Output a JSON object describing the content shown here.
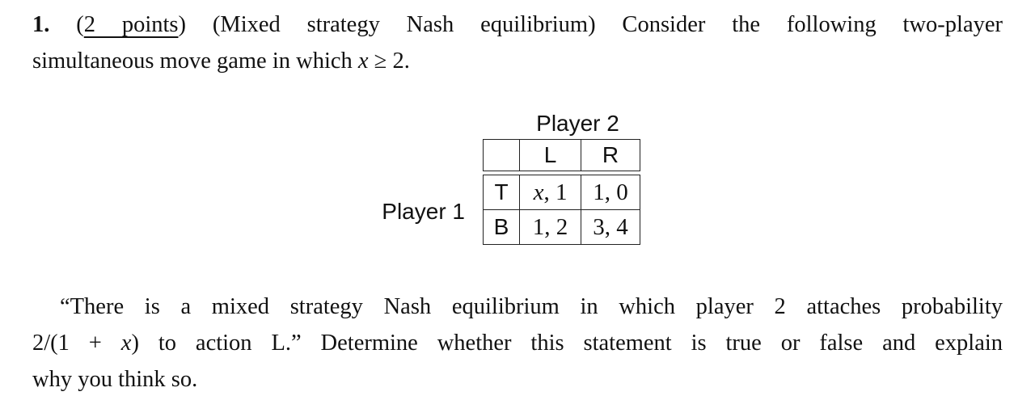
{
  "intro": {
    "lines": [
      {
        "justify": true,
        "segments": [
          {
            "t": "1.",
            "b": true
          },
          {
            "t": "  ("
          },
          {
            "t": "2 points",
            "u": true
          },
          {
            "t": ") (Mixed strategy Nash equilibrium) Consider the following two-player"
          }
        ]
      },
      {
        "justify": false,
        "segments": [
          {
            "t": "simultaneous move game in which "
          },
          {
            "t": "x",
            "i": true
          },
          {
            "t": " ≥ 2."
          }
        ]
      }
    ]
  },
  "game": {
    "player2_label": "Player 2",
    "player1_label": "Player 1",
    "col_headers": [
      "L",
      "R"
    ],
    "rows": [
      {
        "label": "T",
        "cells": [
          [
            {
              "t": "x",
              "i": true
            },
            {
              "t": ", 1"
            }
          ],
          [
            {
              "t": "1, 0"
            }
          ]
        ]
      },
      {
        "label": "B",
        "cells": [
          [
            {
              "t": "1, 2"
            }
          ],
          [
            {
              "t": "3, 4"
            }
          ]
        ]
      }
    ]
  },
  "question": {
    "lines": [
      {
        "justify": true,
        "segments": [
          {
            "t": "“There is a mixed strategy Nash equilibrium in which player 2 attaches probability"
          }
        ]
      },
      {
        "justify": true,
        "segments": [
          {
            "t": "2/(1 + "
          },
          {
            "t": "x",
            "i": true
          },
          {
            "t": ") to action L.” Determine whether this statement is true or false and explain"
          }
        ]
      },
      {
        "justify": false,
        "segments": [
          {
            "t": "why you think so."
          }
        ]
      }
    ]
  }
}
